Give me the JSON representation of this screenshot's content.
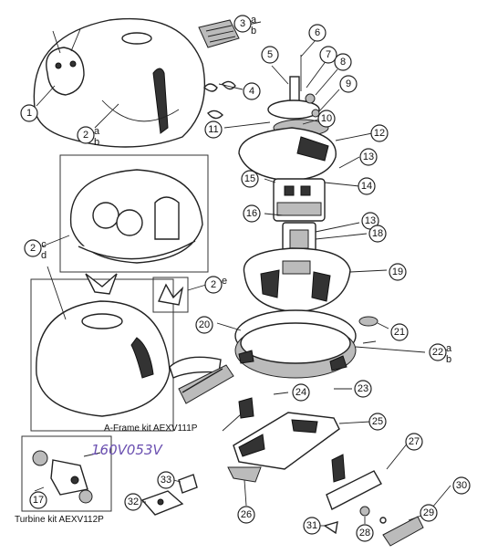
{
  "callouts": [
    {
      "id": "1",
      "label": "1",
      "suffix": ""
    },
    {
      "id": "2ab",
      "label": "2",
      "suffix": "a\nb"
    },
    {
      "id": "3",
      "label": "3",
      "suffix": "a\nb"
    },
    {
      "id": "4",
      "label": "4",
      "suffix": ""
    },
    {
      "id": "5",
      "label": "5",
      "suffix": ""
    },
    {
      "id": "6",
      "label": "6",
      "suffix": ""
    },
    {
      "id": "7",
      "label": "7",
      "suffix": ""
    },
    {
      "id": "8",
      "label": "8",
      "suffix": ""
    },
    {
      "id": "9",
      "label": "9",
      "suffix": ""
    },
    {
      "id": "10",
      "label": "10",
      "suffix": ""
    },
    {
      "id": "11",
      "label": "11",
      "suffix": ""
    },
    {
      "id": "12",
      "label": "12",
      "suffix": ""
    },
    {
      "id": "13a",
      "label": "13",
      "suffix": ""
    },
    {
      "id": "14",
      "label": "14",
      "suffix": ""
    },
    {
      "id": "15",
      "label": "15",
      "suffix": ""
    },
    {
      "id": "16",
      "label": "16",
      "suffix": ""
    },
    {
      "id": "13b",
      "label": "13",
      "suffix": ""
    },
    {
      "id": "18",
      "label": "18",
      "suffix": ""
    },
    {
      "id": "2cd",
      "label": "2",
      "suffix": "c\nd"
    },
    {
      "id": "19",
      "label": "19",
      "suffix": ""
    },
    {
      "id": "2e",
      "label": "2",
      "suffix": "e"
    },
    {
      "id": "20",
      "label": "20",
      "suffix": ""
    },
    {
      "id": "21",
      "label": "21",
      "suffix": ""
    },
    {
      "id": "22",
      "label": "22",
      "suffix": "a\nb"
    },
    {
      "id": "23",
      "label": "23",
      "suffix": ""
    },
    {
      "id": "24",
      "label": "24",
      "suffix": ""
    },
    {
      "id": "25",
      "label": "25",
      "suffix": ""
    },
    {
      "id": "27",
      "label": "27",
      "suffix": ""
    },
    {
      "id": "17",
      "label": "17",
      "suffix": ""
    },
    {
      "id": "33",
      "label": "33",
      "suffix": ""
    },
    {
      "id": "32",
      "label": "32",
      "suffix": ""
    },
    {
      "id": "26",
      "label": "26",
      "suffix": ""
    },
    {
      "id": "29",
      "label": "29",
      "suffix": ""
    },
    {
      "id": "30",
      "label": "30",
      "suffix": ""
    },
    {
      "id": "31",
      "label": "31",
      "suffix": ""
    },
    {
      "id": "28",
      "label": "28",
      "suffix": ""
    }
  ],
  "kits": {
    "aframe": "A-Frame kit AEXV111P",
    "turbine": "Turbine kit AEXV112P"
  },
  "handwritten": "160V053V"
}
